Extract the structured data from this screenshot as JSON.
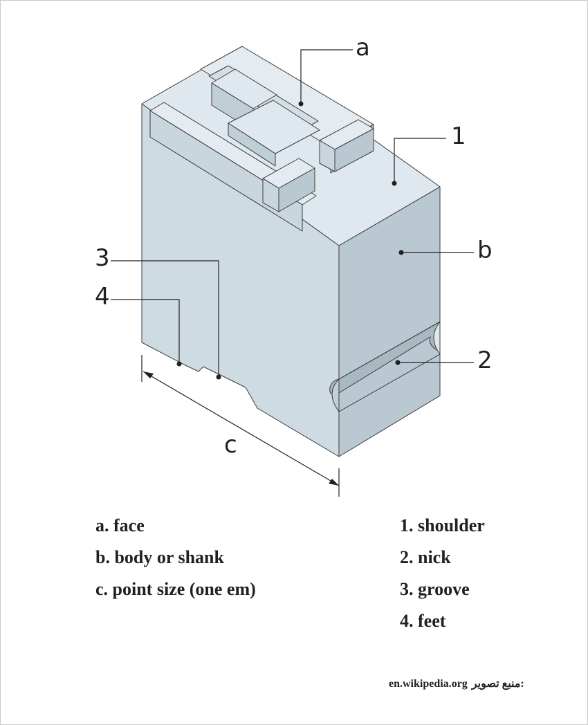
{
  "callouts": {
    "a": "a",
    "b": "b",
    "c": "c",
    "n1": "1",
    "n2": "2",
    "n3": "3",
    "n4": "4"
  },
  "legend": {
    "left": [
      "a. face",
      "b. body or shank",
      "c. point size (one em)"
    ],
    "right": [
      "1. shoulder",
      "2. nick",
      "3. groove",
      "4. feet"
    ]
  },
  "credit": {
    "source": "en.wikipedia.org",
    "label": ":منبع تصویر"
  },
  "colors": {
    "top_face": "#dfe8ee",
    "front_face": "#cfdbe3",
    "side_face": "#b9c8d1",
    "nick": "#a9b9c2",
    "outline": "#3b3b3b",
    "leader": "#231f20"
  }
}
